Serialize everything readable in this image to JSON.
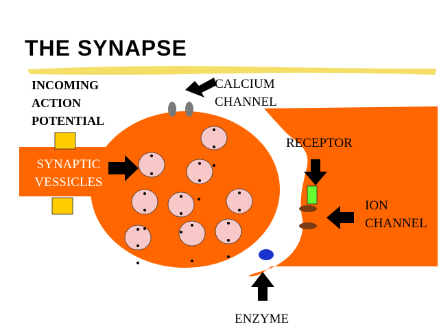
{
  "title": "THE SYNAPSE",
  "labels": {
    "incoming_line1": "INCOMING",
    "incoming_line2": "ACTION",
    "incoming_line3": "POTENTIAL",
    "calcium_line1": "CALCIUM",
    "calcium_line2": "CHANNEL",
    "receptor": "RECEPTOR",
    "synaptic_line1": "SYNAPTIC",
    "synaptic_line2": "VESSICLES",
    "ion_line1": "ION",
    "ion_line2": "CHANNEL",
    "enzyme": "ENZYME"
  },
  "colors": {
    "tissue": "#ff6600",
    "highlight_bar": "#f2d84a",
    "vesicle": "#f8c8c8",
    "channel_square": "#ffcc00",
    "calcium_channel": "#7a7a7a",
    "receptor": "#66ff33",
    "ion_channel": "#7a3a14",
    "enzyme": "#1a33cc",
    "arrow": "#000000"
  }
}
